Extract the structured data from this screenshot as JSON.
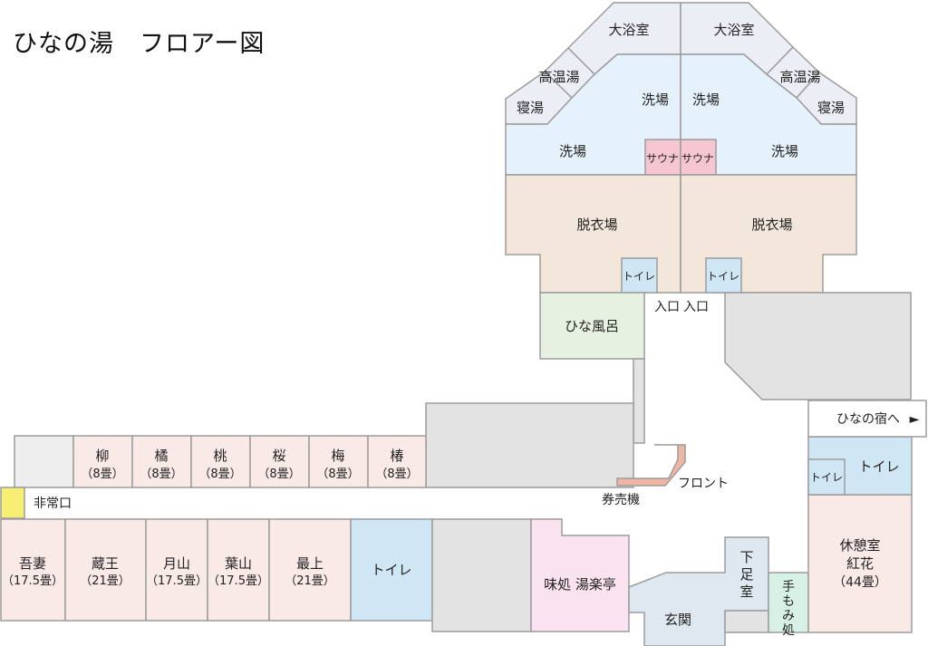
{
  "title": "ひなの湯　フロアー図",
  "colors": {
    "bath": "#eceef6",
    "wash": "#e6f2fb",
    "sauna": "#f5c6d0",
    "dressing": "#f3e7dc",
    "toilet": "#cfe7f5",
    "hina": "#e7f1e1",
    "gray": "#e3e3e3",
    "room": "#f9e9e7",
    "restaurant": "#fbe2ef",
    "massage": "#d8f1e7",
    "entrance": "#dfe8f1",
    "emergency": "#f7ee74",
    "front": "#efb7a3",
    "outline": "#9c9c9c"
  },
  "bath": {
    "large_bath_left": "大浴室",
    "large_bath_right": "大浴室",
    "hot_bath_left": "高温湯",
    "hot_bath_right": "高温湯",
    "sleep_bath_left": "寝湯",
    "sleep_bath_right": "寝湯",
    "wash_upper_left": "洗場",
    "wash_upper_right": "洗場",
    "wash_lower_left": "洗場",
    "wash_lower_right": "洗場",
    "sauna_left": "サウナ",
    "sauna_right": "サウナ",
    "dressing_left": "脱衣場",
    "dressing_right": "脱衣場",
    "toilet_left": "トイレ",
    "toilet_right": "トイレ",
    "entrance_left": "入口",
    "entrance_right": "入口"
  },
  "hina_bath": "ひな風呂",
  "to_inn": "ひなの宿へ",
  "to_inn_arrow": "►",
  "front_desk": "フロント",
  "ticket_machine": "券売機",
  "emergency_exit": "非常口",
  "upper_rooms": [
    {
      "name": "柳",
      "size": "（8畳）"
    },
    {
      "name": "橘",
      "size": "（8畳）"
    },
    {
      "name": "桃",
      "size": "（8畳）"
    },
    {
      "name": "桜",
      "size": "（8畳）"
    },
    {
      "name": "梅",
      "size": "（8畳）"
    },
    {
      "name": "椿",
      "size": "（8畳）"
    }
  ],
  "lower_rooms": [
    {
      "name": "吾妻",
      "size": "（17.5畳）"
    },
    {
      "name": "蔵王",
      "size": "（21畳）"
    },
    {
      "name": "月山",
      "size": "（17.5畳）"
    },
    {
      "name": "葉山",
      "size": "（17.5畳）"
    },
    {
      "name": "最上",
      "size": "（21畳）"
    }
  ],
  "toilet_lower": "トイレ",
  "restaurant": "味処 湯楽亭",
  "entrance_hall": "玄関",
  "shoe_room": [
    "下",
    "足",
    "室"
  ],
  "massage": [
    "手",
    "も",
    "み",
    "処"
  ],
  "lounge_toilet_small": "トイレ",
  "lounge_toilet_large": "トイレ",
  "lounge": {
    "line1": "休憩室",
    "line2": "紅花",
    "line3": "（44畳）"
  }
}
